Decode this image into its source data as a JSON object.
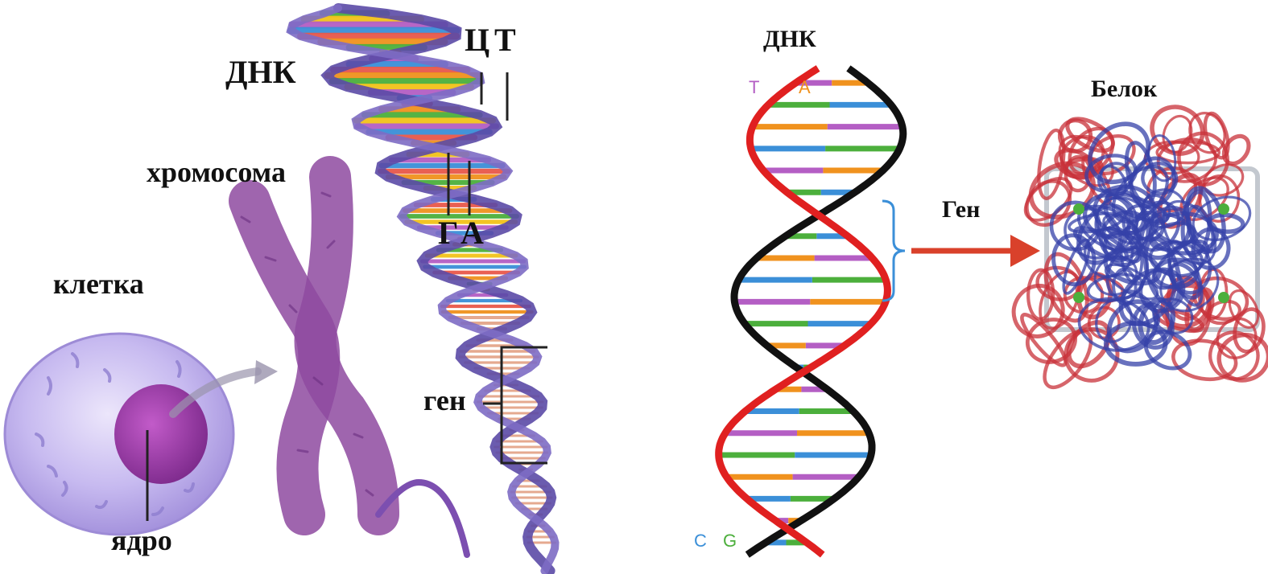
{
  "left_panel": {
    "dna_label": "ДНК",
    "base_c": "Ц",
    "base_t": "Т",
    "base_g": "Г",
    "base_a": "А",
    "chromosome_label": "хромосома",
    "cell_label": "клетка",
    "nucleus_label": "ядро",
    "gene_label": "ген"
  },
  "right_panel": {
    "dna_label": "ДНК",
    "top_base_t": "T",
    "top_base_a": "A",
    "bottom_base_c": "C",
    "bottom_base_g": "G",
    "gene_label": "Ген",
    "protein_label": "Белок"
  },
  "colors": {
    "cell": "#b7a8e6",
    "nucleus": "#9b3ea8",
    "chromosome": "#8e4aa0",
    "left_helix": "#5b4aa6",
    "right_strand_red": "#e02020",
    "right_strand_black": "#111111",
    "arrow": "#d9412b",
    "protein_red": "#c8323a",
    "protein_blue": "#3542a8",
    "base_purple": "#b45ec4",
    "base_orange": "#f0921e",
    "base_blue": "#3b8fd8",
    "base_green": "#4caf3c",
    "base_yellow": "#f2c21a"
  },
  "icons": {
    "cell": "cell-illustration",
    "chromosome": "chromosome-illustration",
    "dna_left": "dna-helix-illustration",
    "dna_right": "dna-double-helix-illustration",
    "protein": "protein-structure-illustration",
    "arrow": "right-arrow-icon"
  }
}
